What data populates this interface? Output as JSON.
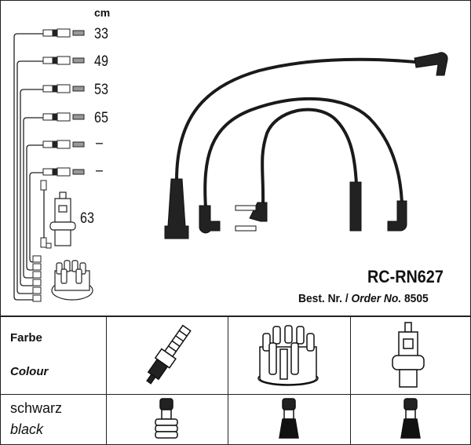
{
  "unit_label": "cm",
  "lengths": [
    "33",
    "49",
    "53",
    "65",
    "–",
    "–"
  ],
  "coil_length": "63",
  "part_number": "RC-RN627",
  "order": {
    "label_de": "Best. Nr. /",
    "label_en": "Order No.",
    "number": "8505"
  },
  "table": {
    "header_de": "Farbe",
    "header_en": "Colour",
    "color_de": "schwarz",
    "color_en": "black",
    "columns": [
      "spark-plug",
      "distributor-cap",
      "ignition-coil"
    ]
  },
  "colors": {
    "line": "#222222",
    "cable": "#1a1a1a"
  }
}
